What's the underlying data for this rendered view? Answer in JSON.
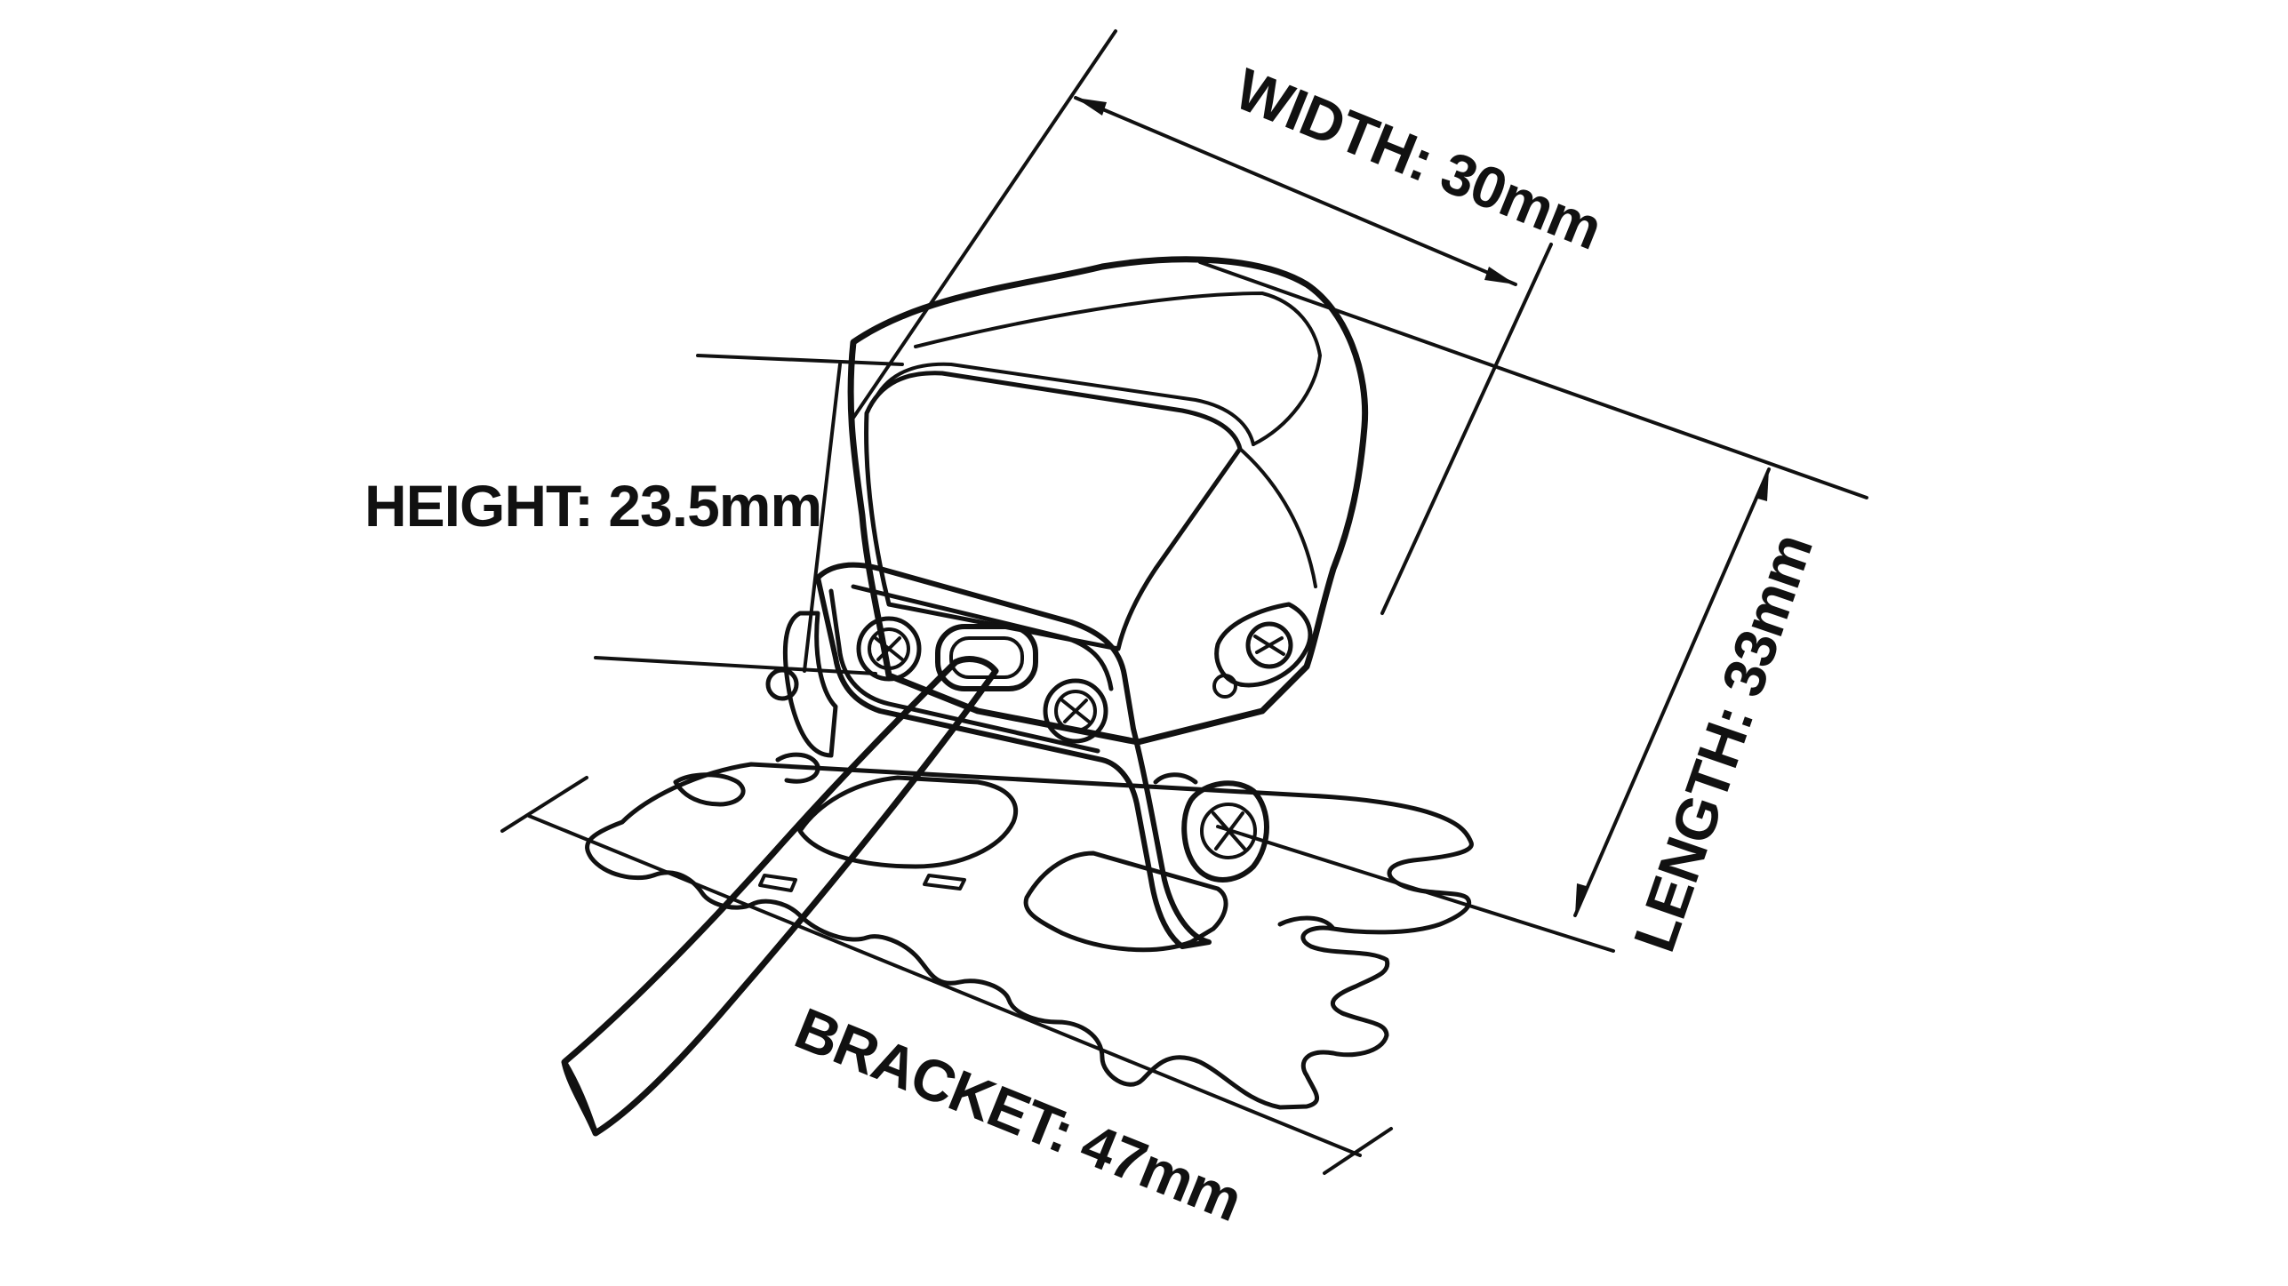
{
  "labels": {
    "width": "WIDTH: 30mm",
    "height": "HEIGHT: 23.5mm",
    "length": "LENGTH: 33mm",
    "bracket": "BRACKET: 47mm"
  },
  "colors": {
    "ink": "#111111",
    "background": "#ffffff"
  }
}
